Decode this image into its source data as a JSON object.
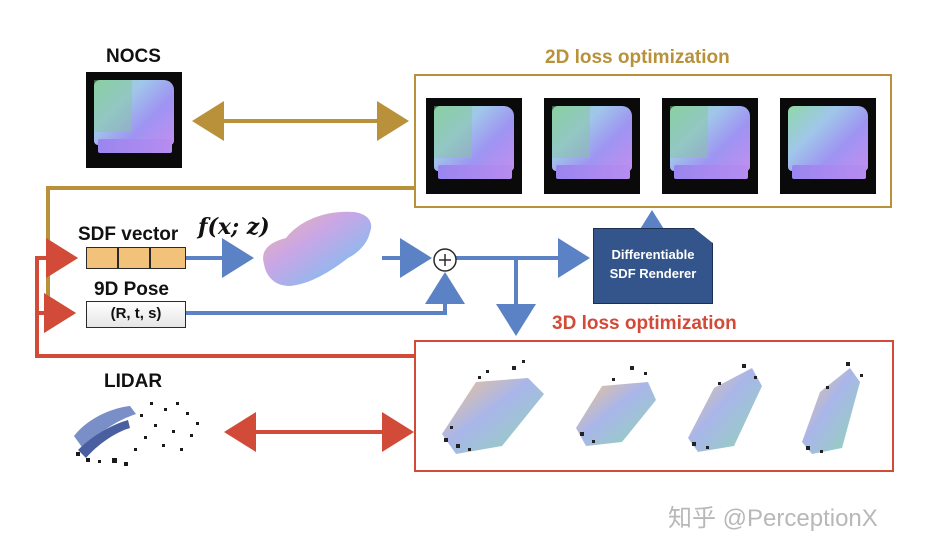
{
  "labels": {
    "nocs": "NOCS",
    "lidar": "LIDAR",
    "sdf_vector": "SDF vector",
    "function": "f(x; z)",
    "pose": "9D Pose",
    "pose_value": "(R, t, s)",
    "loss_2d": "2D loss optimization",
    "loss_3d": "3D loss optimization",
    "renderer_line1": "Differentiable",
    "renderer_line2": "SDF Renderer",
    "watermark": "知乎 @PerceptionX"
  },
  "colors": {
    "gold": "#b8913a",
    "red": "#d24a38",
    "blue": "#5b82c4",
    "renderer_fill": "#34558b",
    "sdf_cell": "#f2c27a"
  },
  "icons": [
    "sum-icon",
    "car-mesh-icon"
  ]
}
